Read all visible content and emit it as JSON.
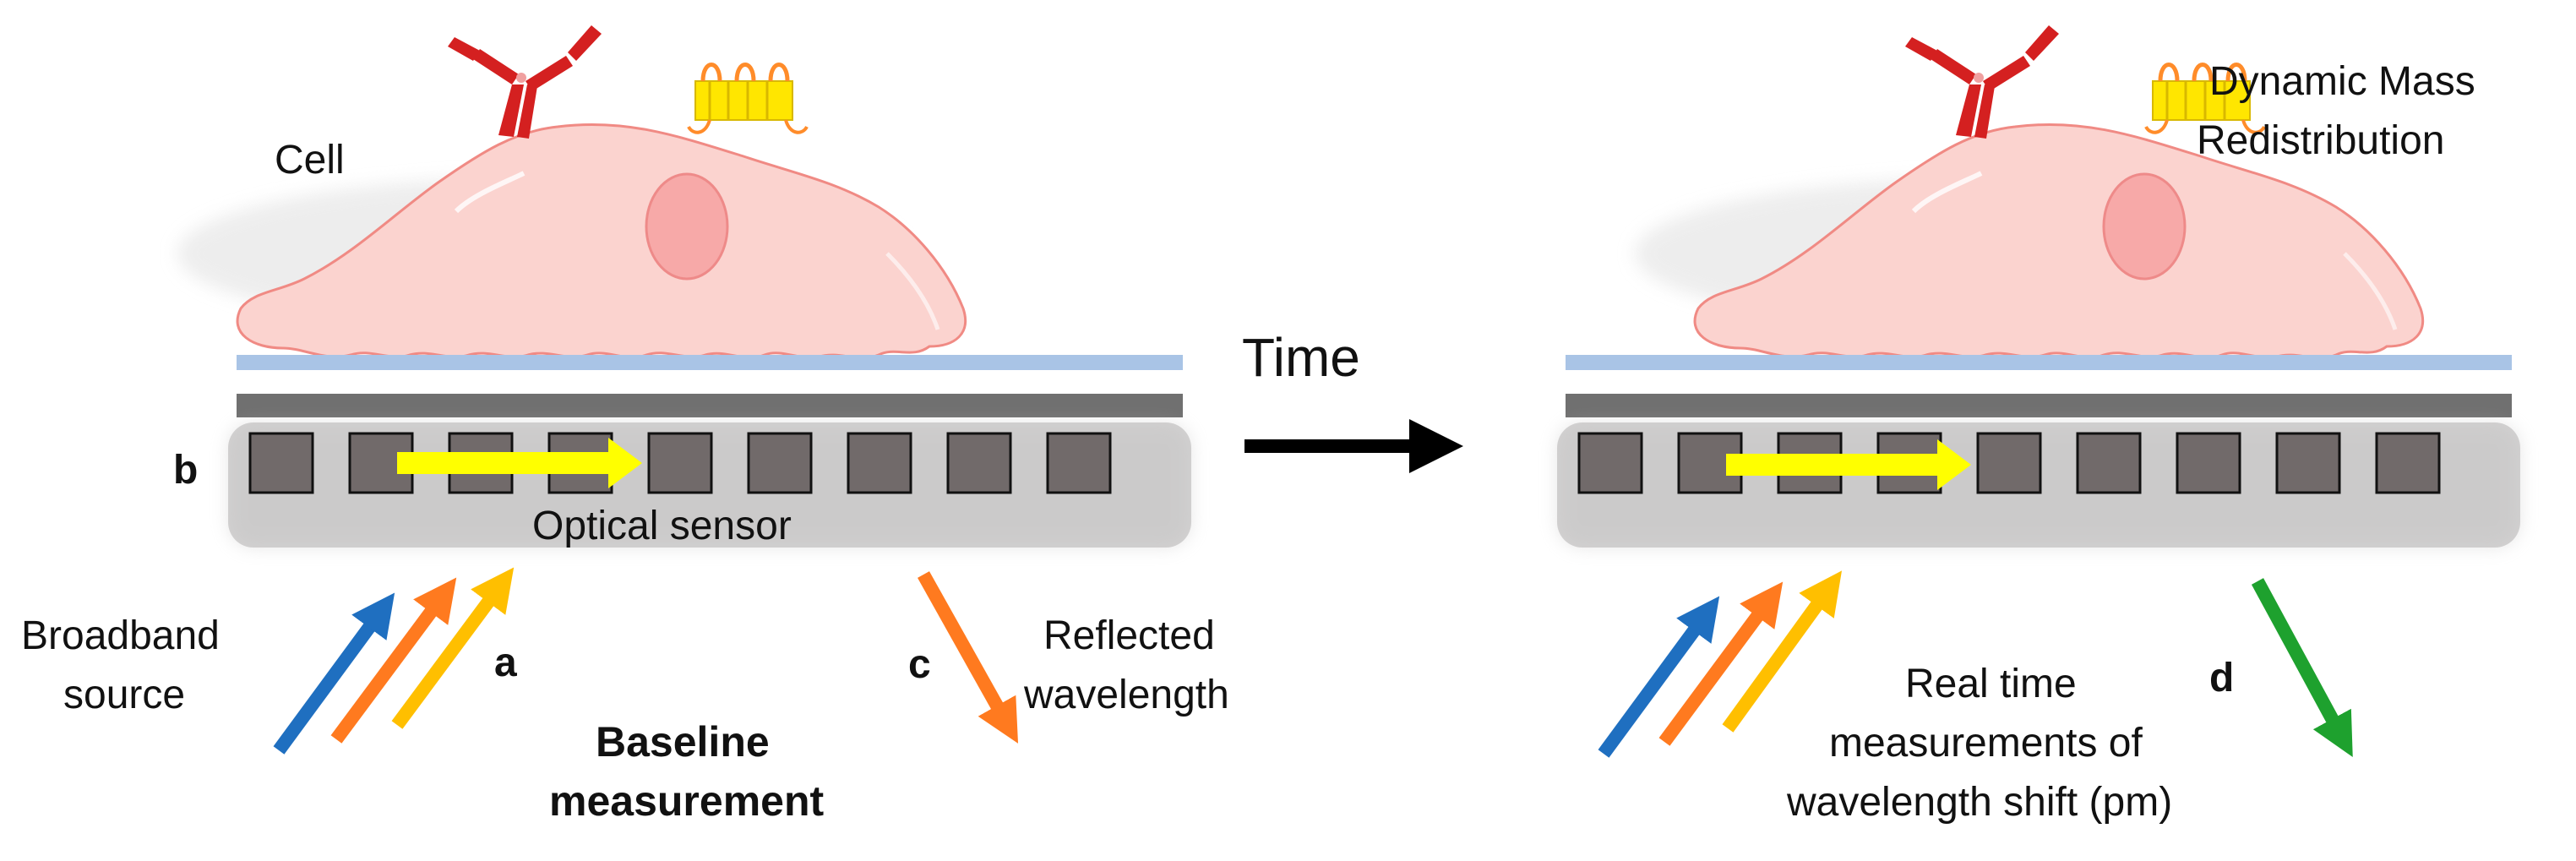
{
  "left_panel": {
    "cell_label": "Cell",
    "sensor_label": "Optical sensor",
    "source_label_line1": "Broadband",
    "source_label_line2": "source",
    "reflected_label_line1": "Reflected",
    "reflected_label_line2": "wavelength",
    "baseline_line1": "Baseline",
    "baseline_line2": "measurement",
    "marker_a": "a",
    "marker_b": "b",
    "marker_c": "c"
  },
  "center": {
    "time_label": "Time"
  },
  "right_panel": {
    "dmr_line1": "Dynamic Mass",
    "dmr_line2": "Redistribution",
    "realtime_line1": "Real time",
    "realtime_line2": "measurements of",
    "realtime_line3": "wavelength shift (pm)",
    "marker_d": "d"
  },
  "colors": {
    "cell_fill": "#fbd3cf",
    "cell_outline": "#f08a84",
    "nucleus": "#f7a9a8",
    "antibody": "#d42020",
    "receptor": "#ffe600",
    "receptor_loops": "#ff8c2a",
    "coating": "#a9c4e6",
    "grating": "#707070",
    "sensor_body": "#d4d3d3",
    "sensor_square": "#716a6a",
    "yellow_arrow": "#ffff00",
    "arrow_blue": "#1f6fc0",
    "arrow_orange": "#ff7a1f",
    "arrow_yellow": "#ffbf00",
    "arrow_green": "#1ea12e"
  }
}
